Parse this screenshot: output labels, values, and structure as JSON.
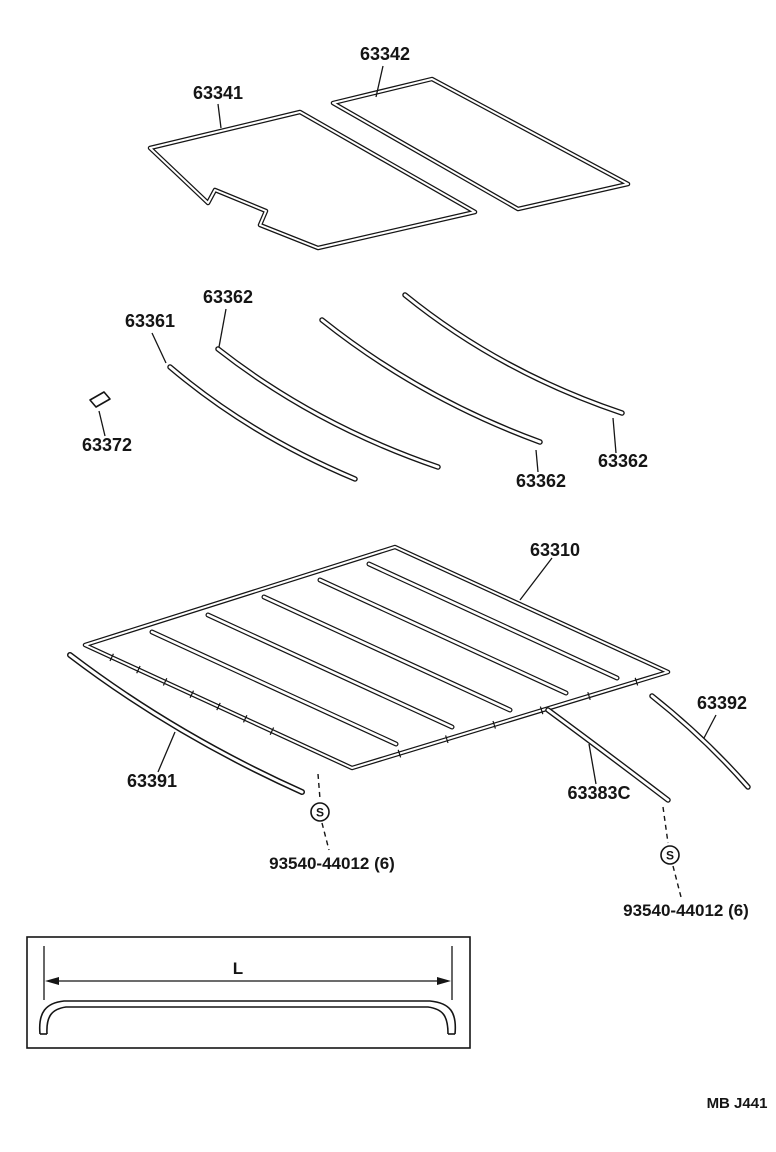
{
  "colors": {
    "ink": "#151515",
    "background": "#ffffff"
  },
  "parts": {
    "headlining_rear": "63342",
    "headlining_front": "63341",
    "bow_no1": "63361",
    "bow_no2": "63362",
    "bow_no3": "63362",
    "bow_no4": "63362",
    "clip": "63372",
    "roof_panel": "63310",
    "drip_moulding_front": "63391",
    "drip_moulding_rear": "63392",
    "drip_channel_rear": "63383C",
    "screw_front": "93540-44012 (6)",
    "screw_rear": "93540-44012 (6)"
  },
  "symbols": {
    "screw": "S"
  },
  "dimension": {
    "label": "L"
  },
  "figure_code": "MB J441"
}
